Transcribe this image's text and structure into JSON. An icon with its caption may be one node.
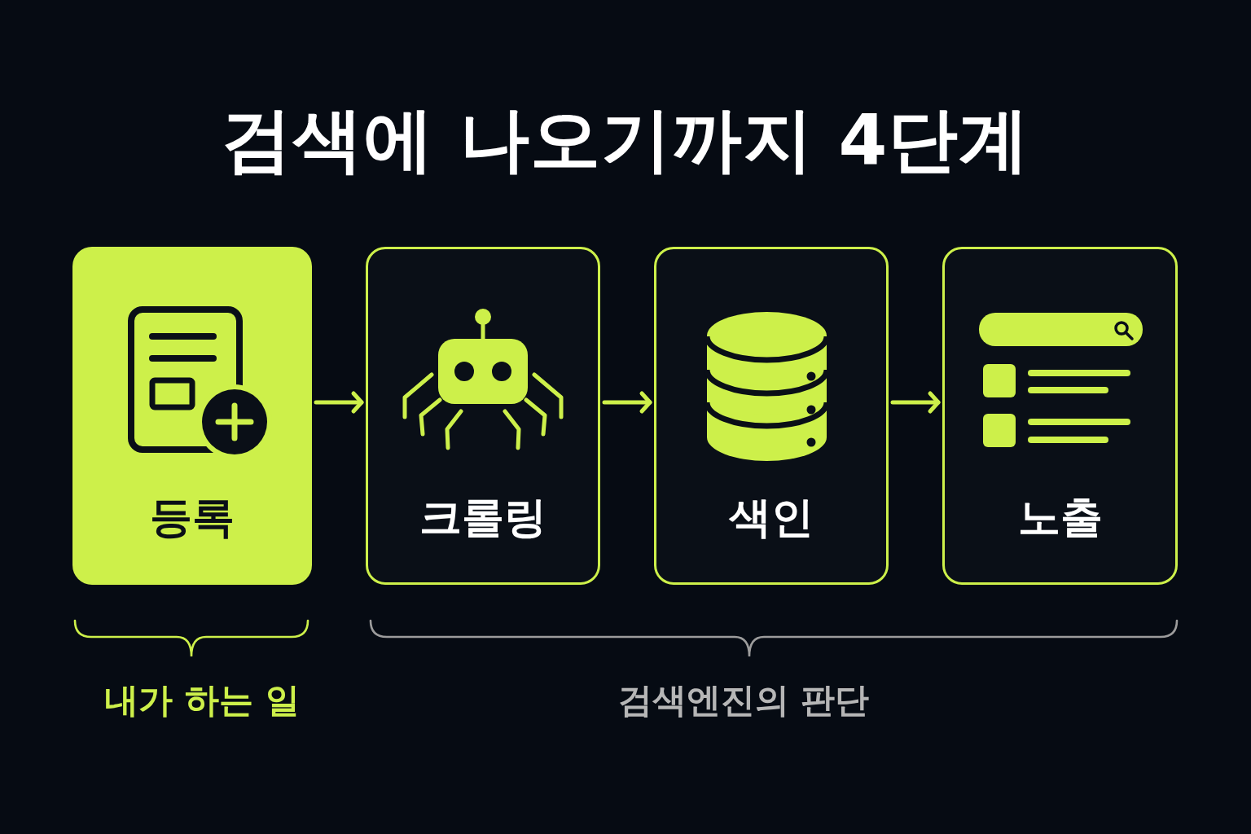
{
  "diagram": {
    "title": "검색에 나오기까지 4단계",
    "nodes": [
      {
        "text": [
          "등록"
        ]
      },
      {
        "text": [
          "크롤링"
        ]
      },
      {
        "text": [
          "색인"
        ]
      },
      {
        "text": [
          "노출"
        ]
      }
    ],
    "edges": [
      {
        "from": 0,
        "to": 1,
        "arrow": "to"
      },
      {
        "from": 1,
        "to": 2,
        "arrow": "to"
      },
      {
        "from": 2,
        "to": 3,
        "arrow": "to"
      }
    ],
    "labels": [
      "내가 하는 일",
      "검색엔진의 판단"
    ]
  }
}
